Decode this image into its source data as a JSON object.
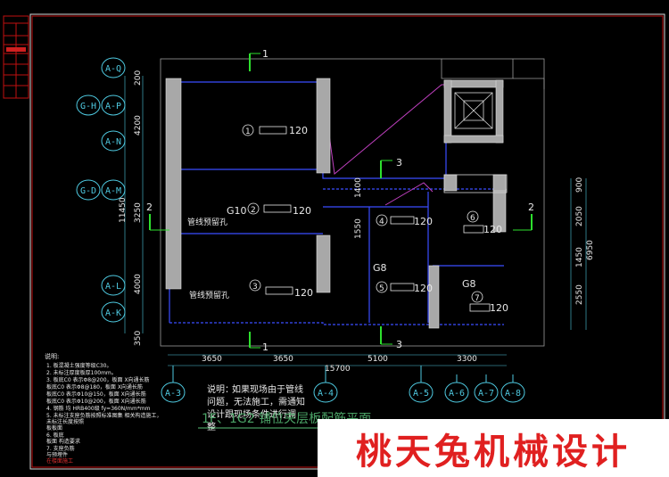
{
  "title_block": {
    "lines": [
      "桃天兔机械设计"
    ]
  },
  "axes_left": [
    {
      "id": "A-Q"
    },
    {
      "id": "G-H A-P"
    },
    {
      "id": "A-N"
    },
    {
      "id": "G-D A-M"
    },
    {
      "id": "A-L"
    },
    {
      "id": "A-K"
    }
  ],
  "axes_bottom": [
    "A-3",
    "A-4",
    "A-5",
    "A-6",
    "A-7",
    "A-8"
  ],
  "dims_left": [
    "200",
    "4200",
    "11450",
    "3250",
    "4000",
    "350"
  ],
  "dims_right": [
    "900",
    "2050",
    "6950",
    "1450",
    "2550"
  ],
  "dims_bottom": [
    "3650",
    "3650",
    "5100",
    "3300",
    "15700"
  ],
  "section_marks": [
    "1",
    "1",
    "2",
    "2",
    "3",
    "3"
  ],
  "rooms": [
    {
      "no": "1",
      "thk": "120"
    },
    {
      "no": "2",
      "thk": "120"
    },
    {
      "no": "3",
      "thk": "120"
    },
    {
      "no": "4",
      "thk": "120"
    },
    {
      "no": "5",
      "thk": "120"
    },
    {
      "no": "6",
      "thk": "120"
    },
    {
      "no": "7",
      "thk": "120"
    }
  ],
  "beams": [
    "G10",
    "G8",
    "G8"
  ],
  "hole_labels": [
    "管线预留孔",
    "管线预留孔"
  ],
  "notes_title": "说明:",
  "notes": [
    "1.   板混凝土强度等级C30。",
    "2.   未标注厚度板厚100mm。",
    "3.   板底C0 表示Φ8@200，板面 X向通长筋",
    "      板底C0 表示Φ8@180，板面 X向通长筋",
    "      板底C0 表示Φ10@150，板面 X向通长筋",
    "      板底C0 表示Φ10@200，板面 X向通长筋",
    "4.   钢筋 均 HRB400级 fy=360N/mm*mm",
    "5.   未标注支座负筋按照标准图集 相关构造施工，",
    "      未标注长度按照",
    "      板板面",
    "6.   板底",
    "      板面    构造要求",
    "7.   支座负筋",
    "      与预埋件",
    "      在楼面施工"
  ],
  "remark": {
    "label": "说明：",
    "lines": [
      "如果现场由于管线",
      "问题，无法施工，需通知",
      "设计跟现场条件进行调",
      "整"
    ]
  },
  "drawing_title": "1F、1G2 铺位夹层板配筋平面",
  "watermark": "桃天兔机械设计"
}
